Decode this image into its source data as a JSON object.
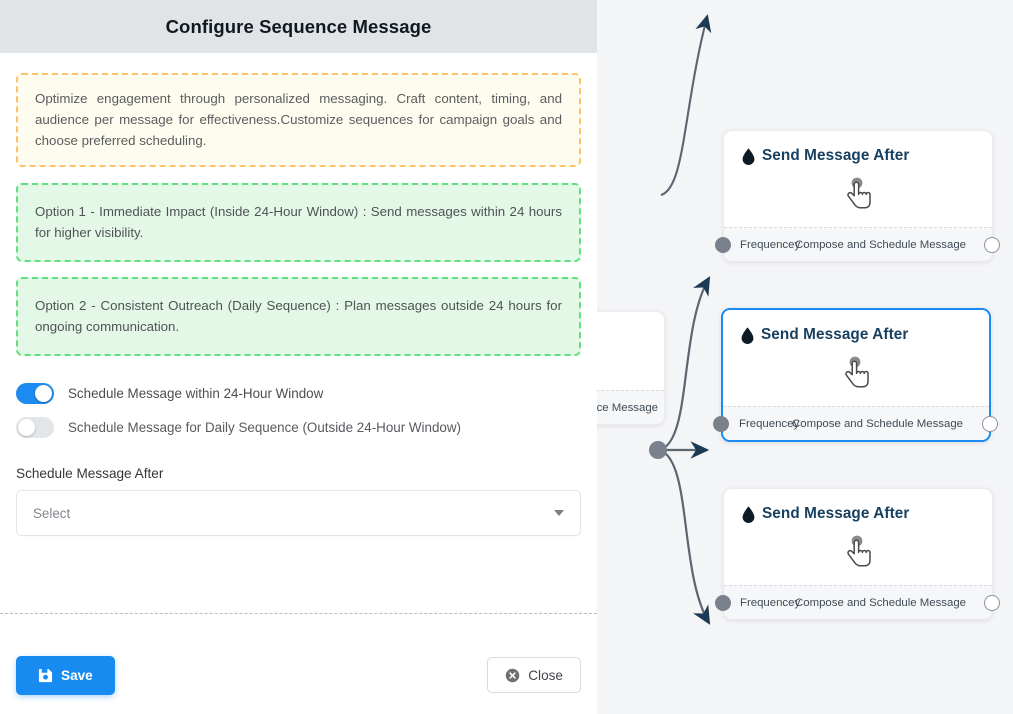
{
  "panel": {
    "title": "Configure Sequence Message",
    "info_note": "Optimize engagement through personalized messaging. Craft content, timing, and audience per message for effectiveness.Customize sequences for campaign goals and choose preferred scheduling.",
    "option_1": "Option 1 - Immediate Impact (Inside 24-Hour Window) : Send messages within 24 hours for higher visibility.",
    "option_2": "Option 2 - Consistent Outreach (Daily Sequence) : Plan messages outside 24 hours for ongoing communication.",
    "toggles": [
      {
        "label": "Schedule Message within 24-Hour Window",
        "state": "on"
      },
      {
        "label": "Schedule Message for Daily Sequence (Outside 24-Hour Window)",
        "state": "off"
      }
    ],
    "schedule_field": {
      "label": "Schedule Message After",
      "value": "Select",
      "placeholder": "Select"
    },
    "footer": {
      "save_label": "Save",
      "close_label": "Close"
    }
  },
  "canvas": {
    "nodes": [
      {
        "title": "Send Message After",
        "foot_left": "Frequencey",
        "foot_right": "Compose and Schedule Message",
        "selected": "false"
      },
      {
        "title": "Send Message After",
        "foot_left": "Frequencey",
        "foot_right": "Compose and Schedule Message",
        "selected": "true"
      },
      {
        "title": "Send Message After",
        "foot_left": "Frequencey",
        "foot_right": "Compose and Schedule Message",
        "selected": "false"
      }
    ],
    "partial_node": {
      "foot_right": "ce Message"
    }
  },
  "colors": {
    "accent_blue": "#188bf0",
    "selected_border": "#1a8cf3",
    "info_border": "#fbc46a",
    "info_bg": "#fdfcee",
    "success_border": "#61e07f",
    "success_bg": "#e4f8e8",
    "header_bg": "#e1e4e7",
    "canvas_bg": "#f4f5f7",
    "node_title": "#173f5f",
    "edge_stroke": "#5c6570",
    "handle_fill": "#7b818c"
  }
}
